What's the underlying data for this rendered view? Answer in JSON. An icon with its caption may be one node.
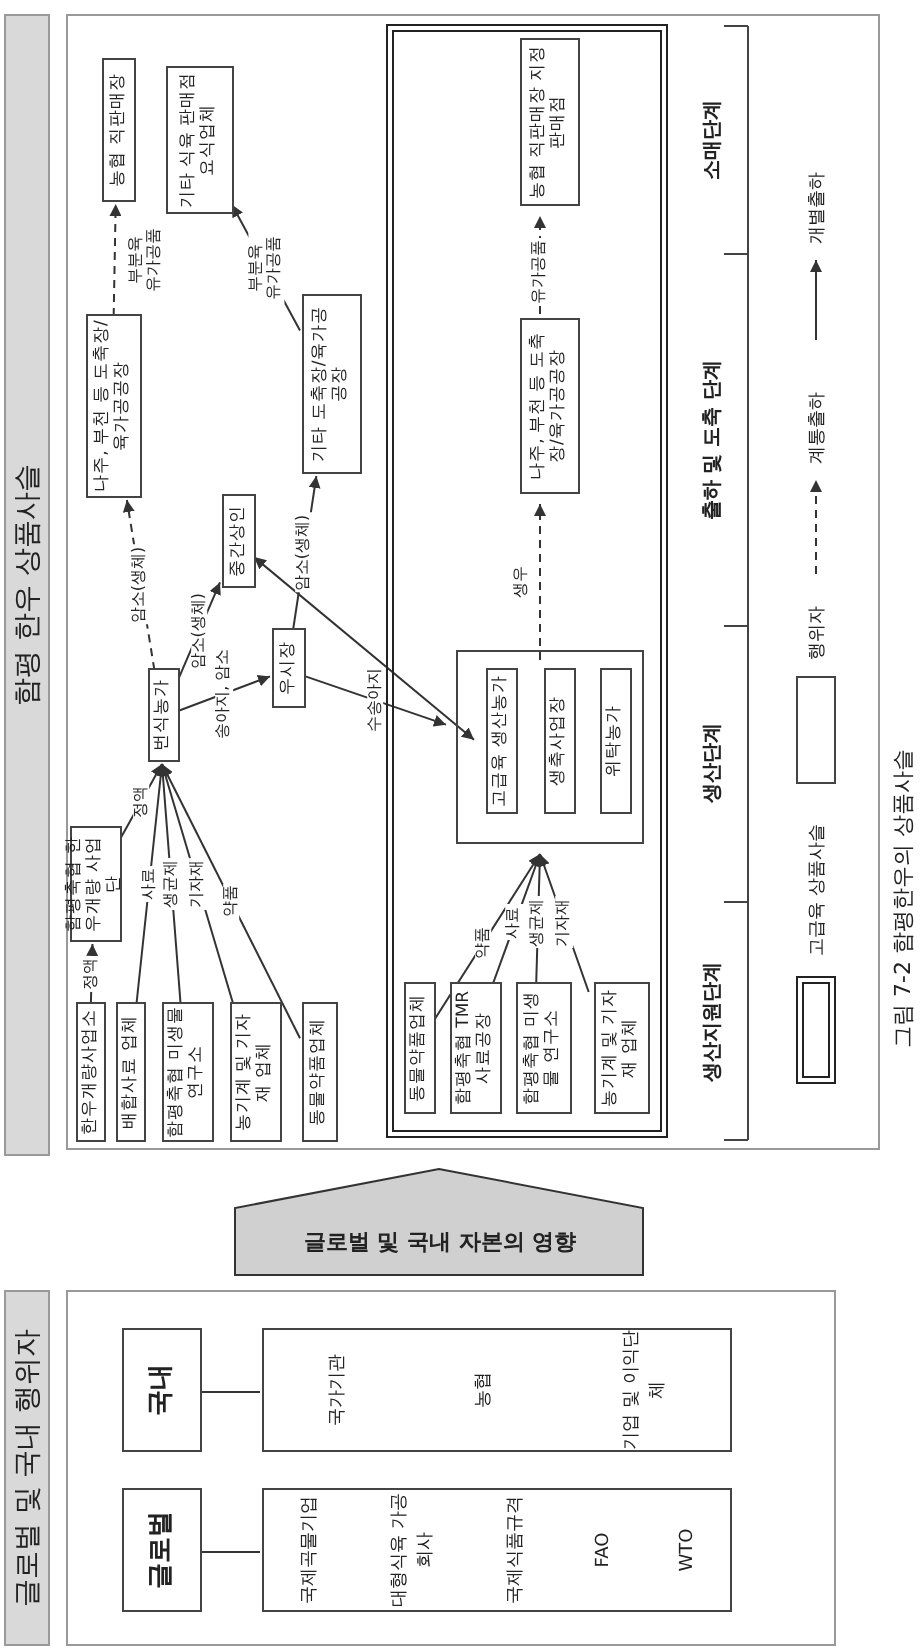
{
  "diagram": {
    "caption": "그림 7-2 함평한우의 상품사슬",
    "nodes": [
      {
        "text": [
          "글로벌 및 국내 행위자"
        ]
      },
      {
        "text": [
          "글로벌"
        ],
        "in": 0
      },
      {
        "text": [
          "국제곡물기업",
          "대형식육 가공회사",
          "국제식품규격",
          "FAO",
          "WTO"
        ],
        "in": 0
      },
      {
        "text": [
          "국내"
        ],
        "in": 0
      },
      {
        "text": [
          "국가기관",
          "농협",
          "기업 및 이익단체"
        ],
        "in": 0
      },
      {
        "text": [
          "글로벌 및 국내 자본의 영향"
        ]
      },
      {
        "text": [
          "함평 한우 상품사슬"
        ]
      },
      {
        "text": [
          "한우개량사업소"
        ],
        "in": 6
      },
      {
        "text": [
          "배합사료 업체"
        ],
        "in": 6
      },
      {
        "text": [
          "함평축협 미생물 연구소"
        ],
        "in": 6
      },
      {
        "text": [
          "농기계 및 기자재 업체"
        ],
        "in": 6
      },
      {
        "text": [
          "동물약품업체"
        ],
        "in": 6
      },
      {
        "text": [
          "함평축협 한우개량 사업단"
        ],
        "in": 6
      },
      {
        "text": [
          "번식농가"
        ],
        "in": 6
      },
      {
        "text": [
          "우시장"
        ],
        "in": 6
      },
      {
        "text": [
          "중간상인"
        ],
        "in": 6
      },
      {
        "text": [
          "나주, 부천 등 도축장/육가공공장"
        ],
        "in": 6
      },
      {
        "text": [
          "기타 도축장/육가공공장"
        ],
        "in": 6
      },
      {
        "text": [
          "농협 직판매장"
        ],
        "in": 6
      },
      {
        "text": [
          "기타 식육 판매점 요식업체"
        ],
        "in": 6
      },
      {
        "text": [],
        "shape": "box",
        "in": 6
      },
      {
        "text": [
          "동물약품업체"
        ],
        "in": 20
      },
      {
        "text": [
          "함평축협 TMR 사료공장"
        ],
        "in": 20
      },
      {
        "text": [
          "함평축협 미생물 연구소"
        ],
        "in": 20
      },
      {
        "text": [
          "농기계 및 기자재 업체"
        ],
        "in": 20
      },
      {
        "text": [],
        "shape": "box",
        "in": 20
      },
      {
        "text": [
          "고급육 생산농가"
        ],
        "in": 25
      },
      {
        "text": [
          "생축사업장"
        ],
        "in": 25
      },
      {
        "text": [
          "위탁농가"
        ],
        "in": 25
      },
      {
        "text": [
          "나주, 부천 등 도축장/육가공공장"
        ],
        "in": 20
      },
      {
        "text": [
          "농협 직판매장 지정 판매점"
        ],
        "in": 20
      }
    ],
    "edges": [
      {
        "from": 7,
        "to": 12,
        "arrow": "to",
        "label": "정액"
      },
      {
        "from": 12,
        "to": 13,
        "arrow": "to",
        "label": "정액"
      },
      {
        "from": 8,
        "to": 13,
        "arrow": "to",
        "label": "사료"
      },
      {
        "from": 9,
        "to": 13,
        "arrow": "to",
        "label": "생균제"
      },
      {
        "from": 10,
        "to": 13,
        "arrow": "to",
        "label": "기자재"
      },
      {
        "from": 11,
        "to": 13,
        "arrow": "to",
        "label": "약품"
      },
      {
        "from": 13,
        "to": 14,
        "arrow": "to",
        "label": "송아지, 암소"
      },
      {
        "from": 13,
        "to": 15,
        "arrow": "to",
        "label": "암소(생체)"
      },
      {
        "from": 13,
        "to": 16,
        "arrow": "to",
        "label": "암소(생체)",
        "style": "dashed"
      },
      {
        "from": 14,
        "to": 17,
        "arrow": "to",
        "label": "암소(생체)"
      },
      {
        "from": 14,
        "to": 25,
        "arrow": "to",
        "label": "수송아지"
      },
      {
        "from": 15,
        "to": 26,
        "arrow": "both"
      },
      {
        "from": 16,
        "to": 18,
        "arrow": "to",
        "label": "부분육 유가공품",
        "style": "dashed"
      },
      {
        "from": 17,
        "to": 19,
        "arrow": "to",
        "label": "부분육 유가공품"
      },
      {
        "from": 21,
        "to": 25,
        "arrow": "to",
        "label": "약품"
      },
      {
        "from": 22,
        "to": 25,
        "arrow": "to",
        "label": "사료"
      },
      {
        "from": 23,
        "to": 25,
        "arrow": "to",
        "label": "생균제"
      },
      {
        "from": 24,
        "to": 25,
        "arrow": "to",
        "label": "기자재"
      },
      {
        "from": 25,
        "to": 29,
        "arrow": "to",
        "label": "생우",
        "style": "dashed"
      },
      {
        "from": 29,
        "to": 30,
        "arrow": "to",
        "label": "유가공품",
        "style": "dashed"
      },
      {
        "from": 1,
        "to": 2,
        "arrow": "none"
      },
      {
        "from": 3,
        "to": 4,
        "arrow": "none"
      }
    ],
    "labels": [
      "생산지원단계",
      "생산단계",
      "출하 및 도축 단계",
      "소매단계"
    ],
    "legend": [
      {
        "text": "고급육 상품사슬"
      },
      {
        "text": "행위자"
      },
      {
        "text": "계통출하"
      },
      {
        "text": "개별출하"
      }
    ]
  }
}
